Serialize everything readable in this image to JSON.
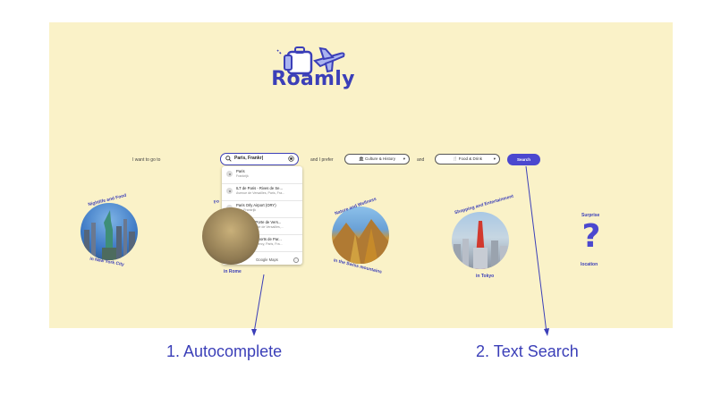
{
  "app": {
    "brand": "Roamly"
  },
  "search": {
    "prefix_label": "I want to go to",
    "input_value": "Paris, Frankr|",
    "prefer_label": "and I prefer",
    "and_label": "and",
    "preference_1": "🏛 Culture & History",
    "preference_2": "🍴 Food & Drink",
    "search_button": "Search"
  },
  "autocomplete": {
    "suggestions": [
      {
        "title": "Paris",
        "subtitle": "Frankrijk"
      },
      {
        "title": "ILT de Paris - Rives de Se...",
        "subtitle": "Avenue de Versailles, Paris, Fra..."
      },
      {
        "title": "Paris Orly Airport (ORY)",
        "subtitle": "Orly, Frankrijk"
      },
      {
        "title": "Paris Expo Porte de Vers...",
        "subtitle": "Place de la Porte de Versailles,..."
      },
      {
        "title": "Palais Omnisports de Par...",
        "subtitle": "Boulevard de Bercy, Paris, Fra..."
      }
    ],
    "attribution": "Google Maps",
    "info": "i"
  },
  "cards": [
    {
      "top": "Nightlife and Food",
      "bottom": "in New York City"
    },
    {
      "top": "Fo",
      "bottom": "in Rome"
    },
    {
      "top": "Nature and Wellness",
      "bottom": "in the Swiss mountains"
    },
    {
      "top": "Shopping and Entertainment",
      "bottom": "in Tokyo"
    },
    {
      "top": "Surprise",
      "bottom": "location",
      "symbol": "?"
    }
  ],
  "annotations": {
    "left": "1.    Autocomplete",
    "right": "2.   Text Search"
  },
  "colors": {
    "panel": "#faf2c8",
    "brand": "#3b3fb8",
    "button": "#4b48cf"
  }
}
